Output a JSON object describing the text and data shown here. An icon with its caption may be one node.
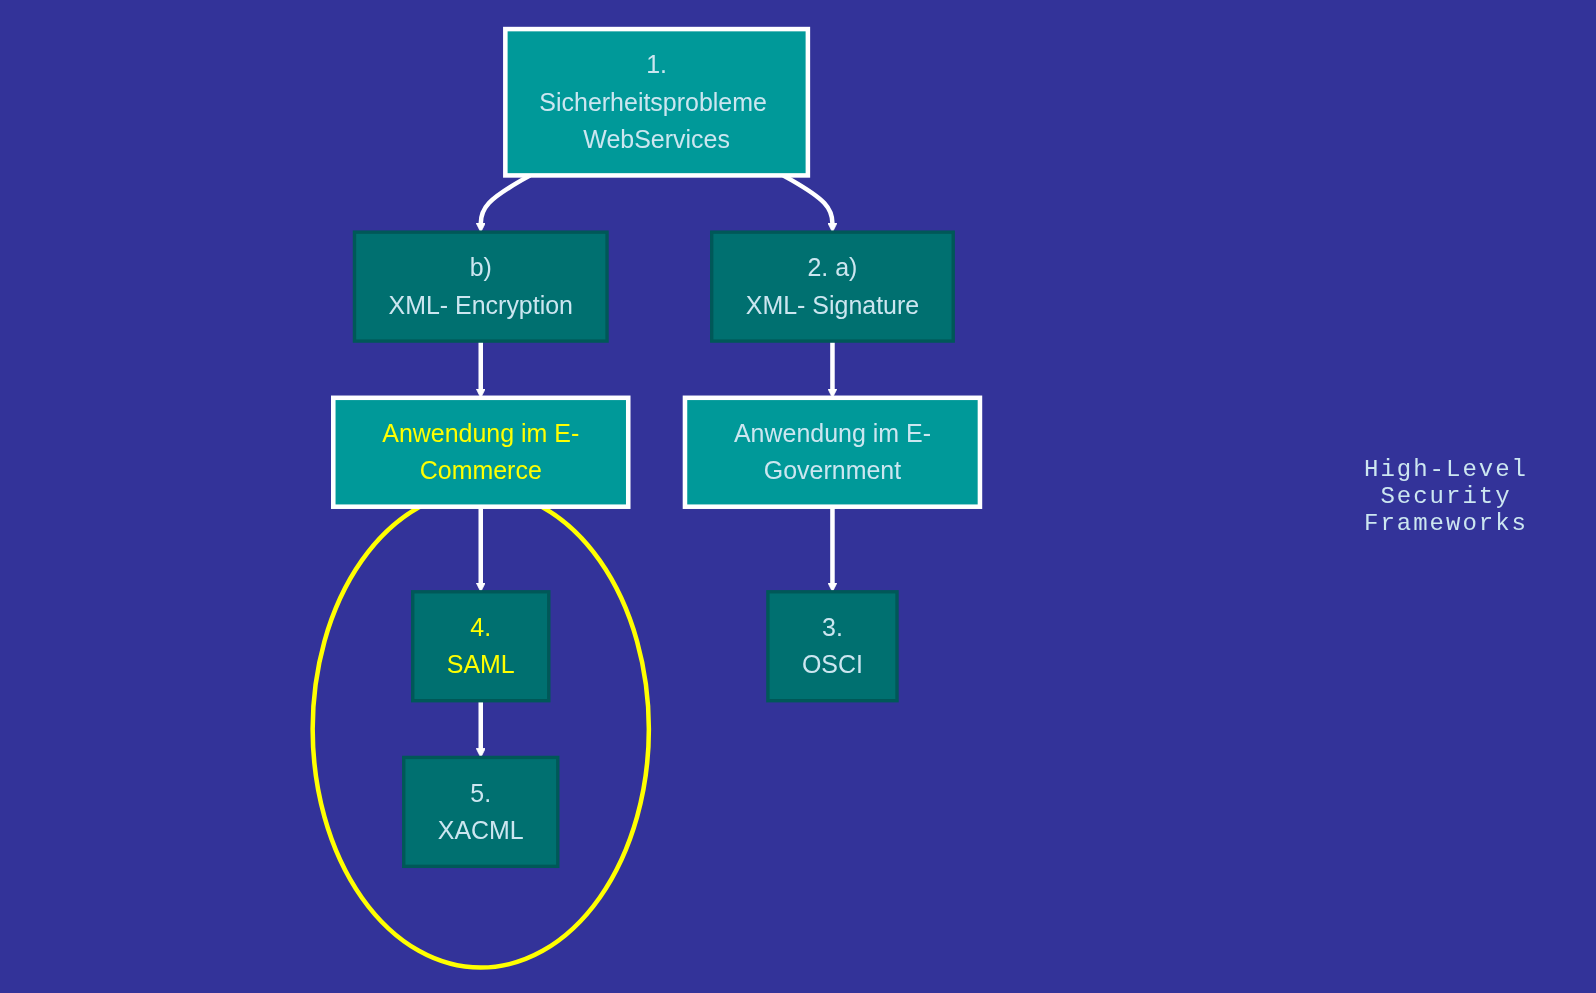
{
  "diagram": {
    "nodes": [
      {
        "text": [
          "1.",
          "Sicherheitsprobleme WebServices"
        ]
      },
      {
        "text": [
          "2. a)",
          "XML- Signature"
        ]
      },
      {
        "text": [
          "b)",
          "XML- Encryption"
        ]
      },
      {
        "text": [
          "Anwendung im E-Government"
        ]
      },
      {
        "text": [
          "Anwendung im E-Commerce"
        ]
      },
      {
        "text": [
          "3.",
          "OSCI"
        ]
      },
      {
        "text": [],
        "shape": "circle"
      },
      {
        "text": [
          "4.",
          "SAML"
        ],
        "in": 6
      },
      {
        "text": [
          "5.",
          "XACML"
        ],
        "in": 6
      }
    ],
    "edges": [
      {
        "from": 0,
        "to": 1,
        "arrow": "to"
      },
      {
        "from": 0,
        "to": 2,
        "arrow": "to"
      },
      {
        "from": 1,
        "to": 3,
        "arrow": "to"
      },
      {
        "from": 2,
        "to": 4,
        "arrow": "to"
      },
      {
        "from": 3,
        "to": 5,
        "arrow": "to"
      },
      {
        "from": 4,
        "to": 7,
        "arrow": "to"
      },
      {
        "from": 7,
        "to": 8,
        "arrow": "to"
      }
    ],
    "labels": [
      "High-Level Security Frameworks"
    ]
  }
}
